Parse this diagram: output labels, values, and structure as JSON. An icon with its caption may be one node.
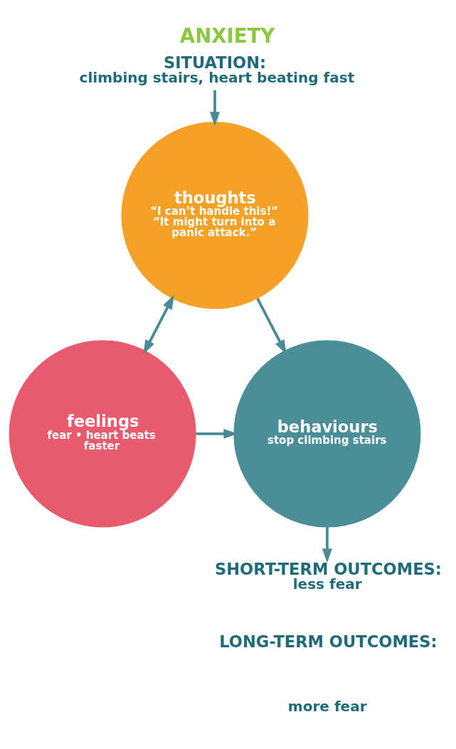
{
  "diagram": {
    "title": "ANXIETY",
    "nodes": [
      {
        "text": [
          "SITUATION:",
          "climbing stairs, heart beating fast"
        ]
      },
      {
        "text": [
          "thoughts",
          "“I can’t handle this!”",
          "“It might turn into a panic attack.”"
        ]
      },
      {
        "text": [
          "feelings",
          "fear • heart beats faster"
        ]
      },
      {
        "text": [
          "behaviours",
          "stop climbing stairs"
        ]
      },
      {
        "text": [
          "SHORT-TERM OUTCOMES:",
          "less fear"
        ]
      }
    ],
    "edges": [
      {
        "from": 0,
        "to": 1,
        "arrow": "to"
      },
      {
        "from": 1,
        "to": 2,
        "arrow": "both"
      },
      {
        "from": 1,
        "to": 3,
        "arrow": "to"
      },
      {
        "from": 2,
        "to": 3,
        "arrow": "to"
      },
      {
        "from": 3,
        "to": 4,
        "arrow": "to"
      }
    ],
    "labels": [
      "LONG-TERM OUTCOMES:",
      "more fear"
    ]
  }
}
